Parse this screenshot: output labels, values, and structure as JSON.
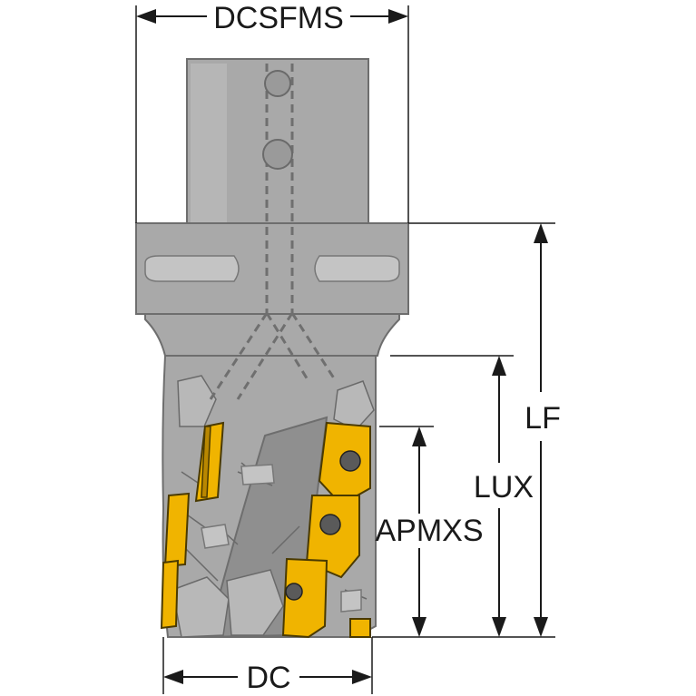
{
  "colors": {
    "insert": "#f0b400",
    "body": "#a9a9a9",
    "lines": "#1a1a1a"
  },
  "dimensions": {
    "dcsfms": "DCSFMS",
    "lf": "LF",
    "lux": "LUX",
    "apmxs": "APMXS",
    "dc": "DC"
  }
}
